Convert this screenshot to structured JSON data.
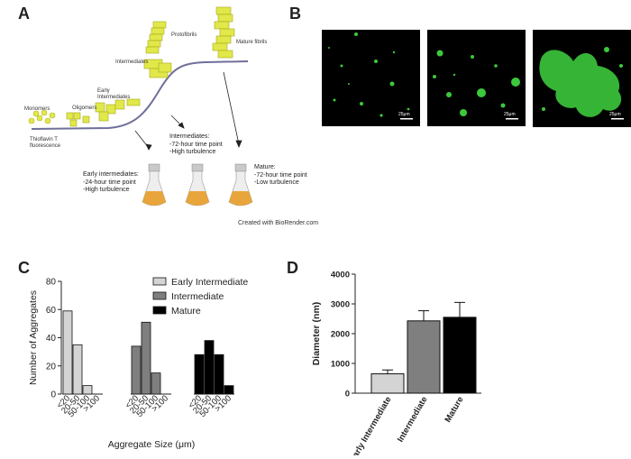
{
  "panels": {
    "a": "A",
    "b": "B",
    "c": "C",
    "d": "D"
  },
  "panel_a": {
    "stages": {
      "monomers": "Monomers",
      "oligomers": "Oligomers",
      "early_intermediates": "Early\nIntermediates",
      "intermediates": "Intermediates",
      "protofibrils": "Protofibrils",
      "mature_fibrils": "Mature fibrils"
    },
    "curve_label": "Thioflavin T\nfluorescence",
    "notes": {
      "early": "Early intermediates:\n-24-hour time point\n-High turbulence",
      "intermediate": "Intermediates:\n-72-hour time point\n-High turbulence",
      "mature": "Mature:\n-72-hour time point\n-Low turbulence"
    },
    "credit": "Created with BioRender.com"
  },
  "panel_b": {
    "scale_label": "25μm"
  },
  "colors": {
    "early": "#d4d4d4",
    "intermediate": "#7f7f7f",
    "mature": "#000000",
    "fluorescence": "#3cc83c",
    "yellow_aggregate": "#e0e84a"
  },
  "chart_data": [
    {
      "type": "bar",
      "panel": "C",
      "ylabel": "Number of Aggregates",
      "xlabel": "Aggregate Size (μm)",
      "ylim": [
        0,
        80
      ],
      "yticks": [
        0,
        20,
        40,
        60,
        80
      ],
      "categories": [
        "<20",
        "20-50",
        "50-100",
        ">100"
      ],
      "series": [
        {
          "name": "Early Intermediate",
          "values": [
            59,
            35,
            6,
            0
          ]
        },
        {
          "name": "Intermediate",
          "values": [
            34,
            51,
            15,
            0
          ]
        },
        {
          "name": "Mature",
          "values": [
            28,
            38,
            28,
            6
          ]
        }
      ],
      "legend": "top-right"
    },
    {
      "type": "bar",
      "panel": "D",
      "ylabel": "Diameter (nm)",
      "ylim": [
        0,
        4000
      ],
      "yticks": [
        0,
        1000,
        2000,
        3000,
        4000
      ],
      "categories": [
        "Early Intermediate",
        "Intermediate",
        "Mature"
      ],
      "values": [
        650,
        2430,
        2550
      ],
      "errors": [
        130,
        340,
        500
      ]
    }
  ]
}
